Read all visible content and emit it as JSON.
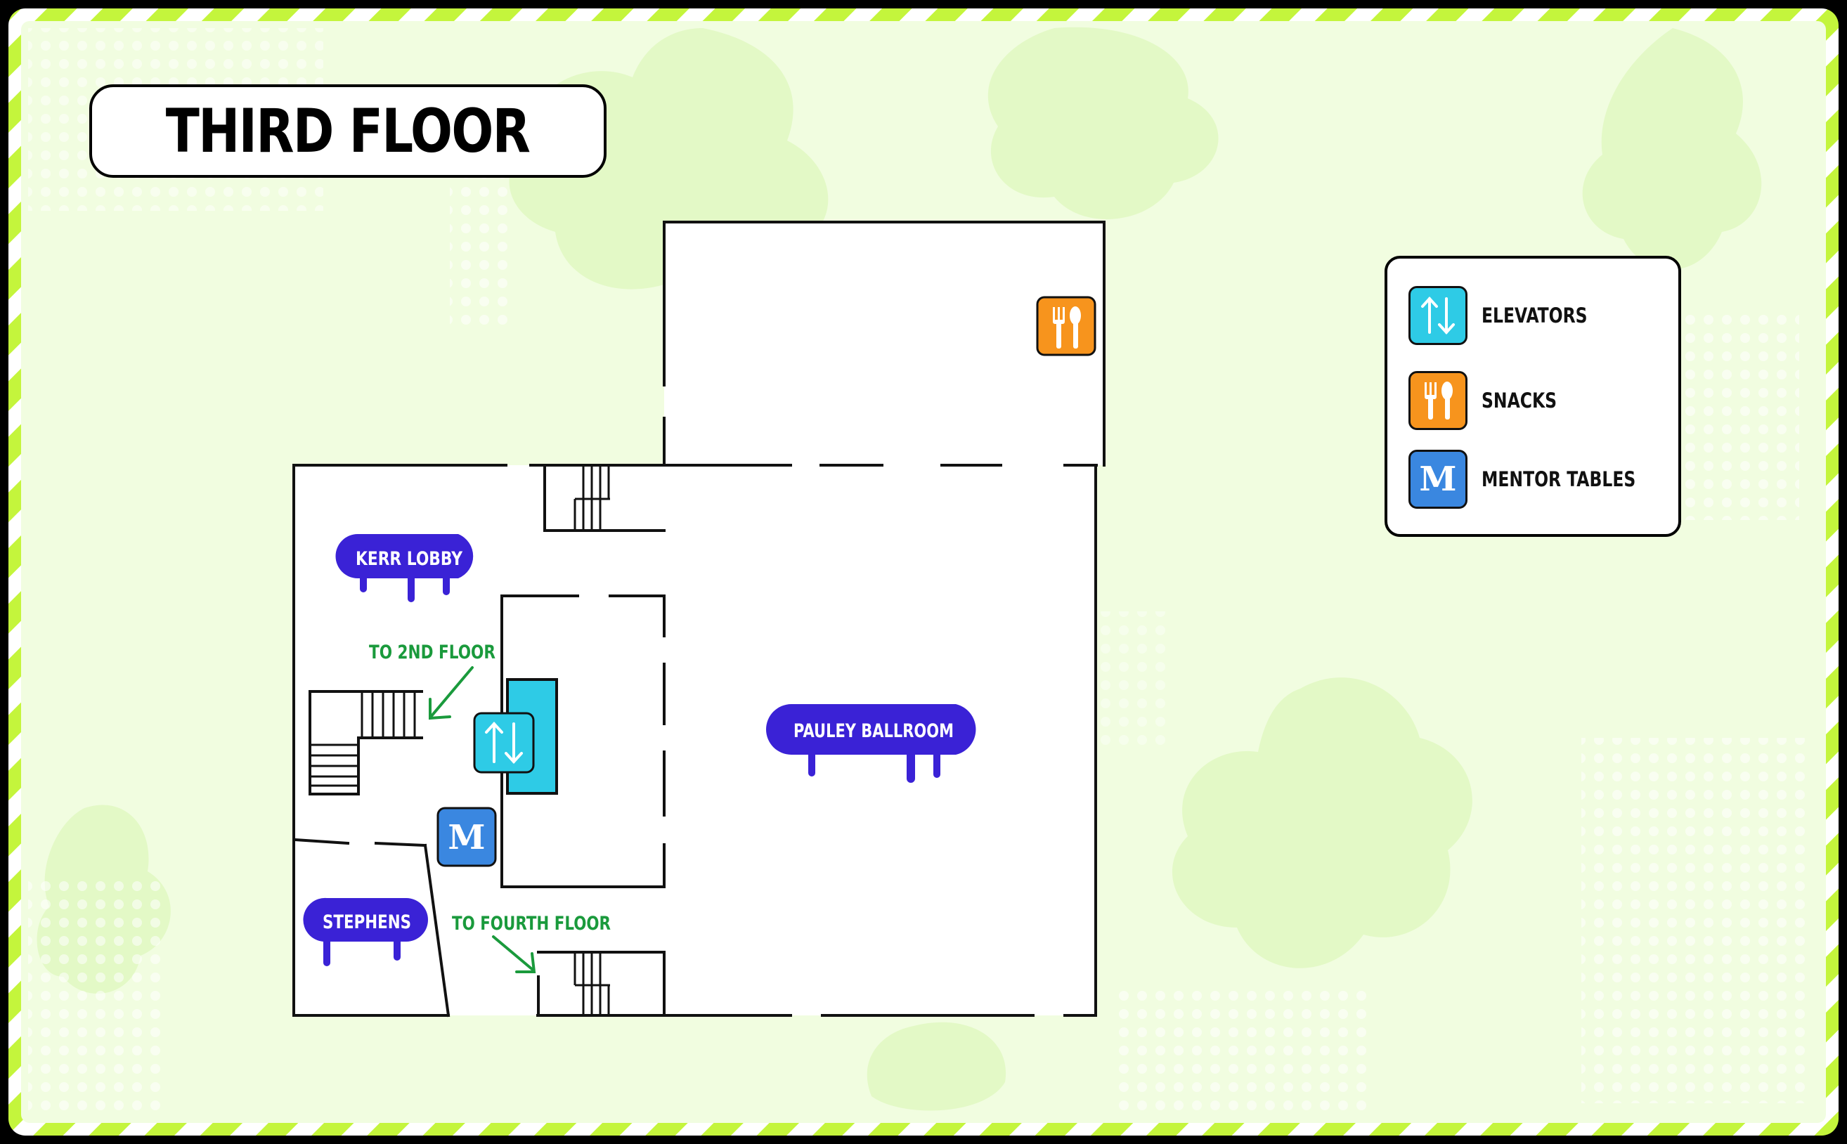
{
  "title": "THIRD FLOOR",
  "legend": {
    "items": [
      {
        "icon": "elevator-icon",
        "label": "ELEVATORS",
        "color": "#2ecbe6"
      },
      {
        "icon": "fork-spoon-icon",
        "label": "SNACKS",
        "color": "#f7941d"
      },
      {
        "icon": "mentor-m-icon",
        "label": "MENTOR TABLES",
        "color": "#3a87e0",
        "glyph": "M"
      }
    ]
  },
  "rooms": {
    "kerr_lobby": "KERR LOBBY",
    "pauley_ballroom": "PAULEY BALLROOM",
    "stephens": "STEPHENS"
  },
  "directions": {
    "to_2nd_floor": "TO 2ND FLOOR",
    "to_fourth_floor": "TO FOURTH FLOOR"
  },
  "map_markers": {
    "mentor_glyph": "M"
  },
  "colors": {
    "background": "#f1fde0",
    "stripe": "#c4f53c",
    "room_label": "#3a22d6",
    "direction_text": "#1a9a3c",
    "elevator": "#2ecbe6",
    "snacks": "#f7941d",
    "mentor": "#3a87e0"
  }
}
